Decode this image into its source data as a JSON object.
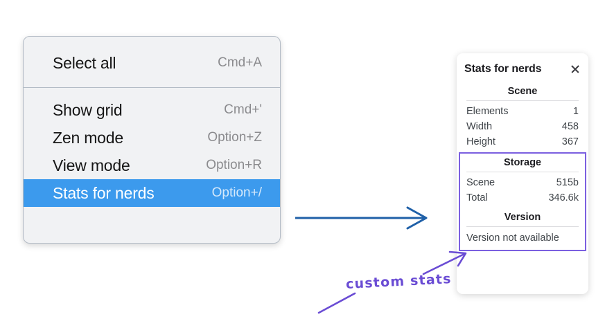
{
  "context_menu": {
    "groups": [
      {
        "items": [
          {
            "label": "Select all",
            "accel": "Cmd+A",
            "selected": false
          }
        ]
      },
      {
        "items": [
          {
            "label": "Show grid",
            "accel": "Cmd+'",
            "selected": false
          },
          {
            "label": "Zen mode",
            "accel": "Option+Z",
            "selected": false
          },
          {
            "label": "View mode",
            "accel": "Option+R",
            "selected": false
          },
          {
            "label": "Stats for nerds",
            "accel": "Option+/",
            "selected": true
          }
        ]
      }
    ],
    "highlight_color": "#3c9aed"
  },
  "stats_panel": {
    "title": "Stats for nerds",
    "close_icon": "close-icon",
    "sections": [
      {
        "name": "Scene",
        "rows": [
          {
            "label": "Elements",
            "value": "1"
          },
          {
            "label": "Width",
            "value": "458"
          },
          {
            "label": "Height",
            "value": "367"
          }
        ]
      },
      {
        "name": "Storage",
        "rows": [
          {
            "label": "Scene",
            "value": "515b"
          },
          {
            "label": "Total",
            "value": "346.6k"
          }
        ]
      },
      {
        "name": "Version",
        "single": "Version not available"
      }
    ],
    "highlight_border_color": "#7b5fe0"
  },
  "annotations": {
    "flow_arrow_color": "#1f60a8",
    "callout_color": "#6a4cd4",
    "callout_text": "custom stats"
  }
}
